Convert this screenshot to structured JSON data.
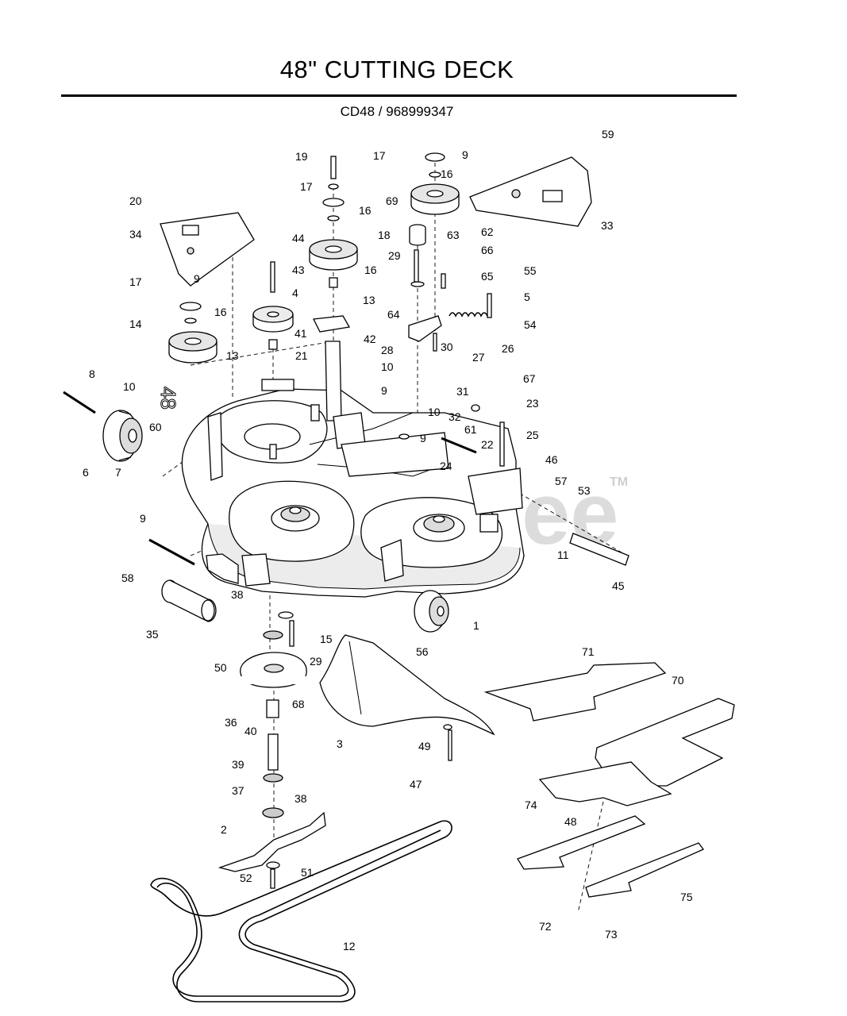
{
  "header": {
    "title": "48\" CUTTING DECK",
    "subtitle": "CD48 / 968999347"
  },
  "watermark": {
    "text": "PartsTree",
    "trademark": "TM"
  },
  "deck_decal": {
    "text": "48"
  },
  "callouts": [
    "1",
    "2",
    "3",
    "4",
    "5",
    "6",
    "7",
    "8",
    "9",
    "10",
    "11",
    "12",
    "13",
    "14",
    "15",
    "16",
    "17",
    "18",
    "19",
    "20",
    "21",
    "22",
    "23",
    "24",
    "25",
    "26",
    "27",
    "28",
    "29",
    "30",
    "31",
    "32",
    "33",
    "34",
    "35",
    "36",
    "37",
    "38",
    "39",
    "40",
    "41",
    "42",
    "43",
    "44",
    "45",
    "46",
    "47",
    "48",
    "49",
    "50",
    "51",
    "52",
    "53",
    "54",
    "55",
    "56",
    "57",
    "58",
    "59",
    "60",
    "61",
    "62",
    "63",
    "64",
    "65",
    "66",
    "67",
    "68",
    "69",
    "70",
    "71",
    "72",
    "73",
    "74",
    "75"
  ],
  "colors": {
    "ink": "#000000",
    "part_fill": "#ffffff",
    "shade": "#bdbdbd",
    "watermark": "#d9d9d9"
  }
}
